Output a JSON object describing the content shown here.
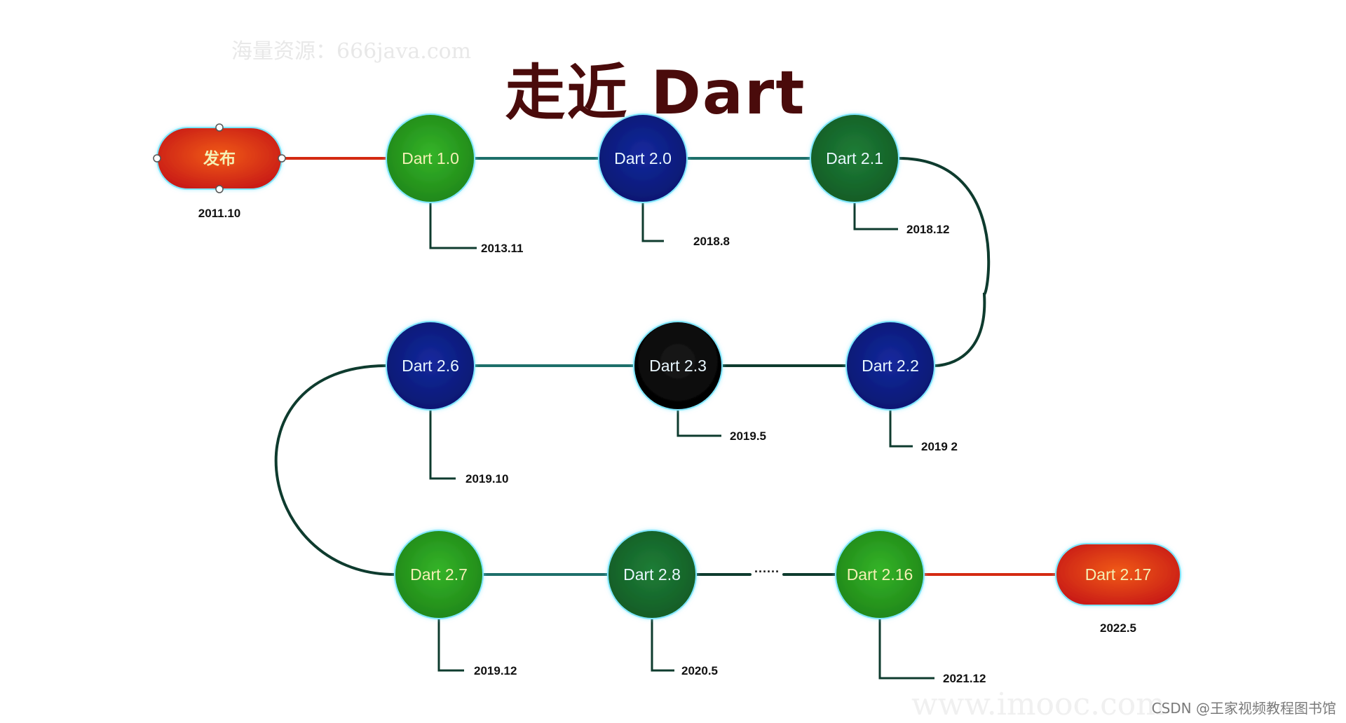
{
  "title": "走近 Dart",
  "watermark_top": "海量资源：666java.com",
  "watermark_bottom": "www.imooc.com",
  "credit": "CSDN @王家视频教程图书馆",
  "ellipsis": "······",
  "colors": {
    "red": "#d42a12",
    "green": "#2a9a20",
    "dark_green": "#176a2b",
    "navy": "#0d1e8a",
    "black": "#0a0a0a",
    "line_teal": "#1d6f6a",
    "line_dark": "#0e3b2e",
    "node_text_light": "#e9f7ff",
    "node_text_yellow": "#f4f0b5"
  },
  "nodes": [
    {
      "id": "publish",
      "label": "发布",
      "date": "2011.10",
      "color": "red",
      "shape": "pill"
    },
    {
      "id": "dart-1-0",
      "label": "Dart 1.0",
      "date": "2013.11",
      "color": "green",
      "shape": "circle"
    },
    {
      "id": "dart-2-0",
      "label": "Dart 2.0",
      "date": "2018.8",
      "color": "navy",
      "shape": "circle"
    },
    {
      "id": "dart-2-1",
      "label": "Dart 2.1",
      "date": "2018.12",
      "color": "dark_green",
      "shape": "circle"
    },
    {
      "id": "dart-2-2",
      "label": "Dart 2.2",
      "date": "2019 2",
      "color": "navy",
      "shape": "circle"
    },
    {
      "id": "dart-2-3",
      "label": "Dart 2.3",
      "date": "2019.5",
      "color": "black",
      "shape": "circle"
    },
    {
      "id": "dart-2-6",
      "label": "Dart 2.6",
      "date": "2019.10",
      "color": "navy",
      "shape": "circle"
    },
    {
      "id": "dart-2-7",
      "label": "Dart 2.7",
      "date": "2019.12",
      "color": "green",
      "shape": "circle"
    },
    {
      "id": "dart-2-8",
      "label": "Dart 2.8",
      "date": "2020.5",
      "color": "dark_green",
      "shape": "circle"
    },
    {
      "id": "dart-2-16",
      "label": "Dart 2.16",
      "date": "2021.12",
      "color": "green",
      "shape": "circle"
    },
    {
      "id": "dart-2-17",
      "label": "Dart 2.17",
      "date": "2022.5",
      "color": "red",
      "shape": "pill"
    }
  ]
}
